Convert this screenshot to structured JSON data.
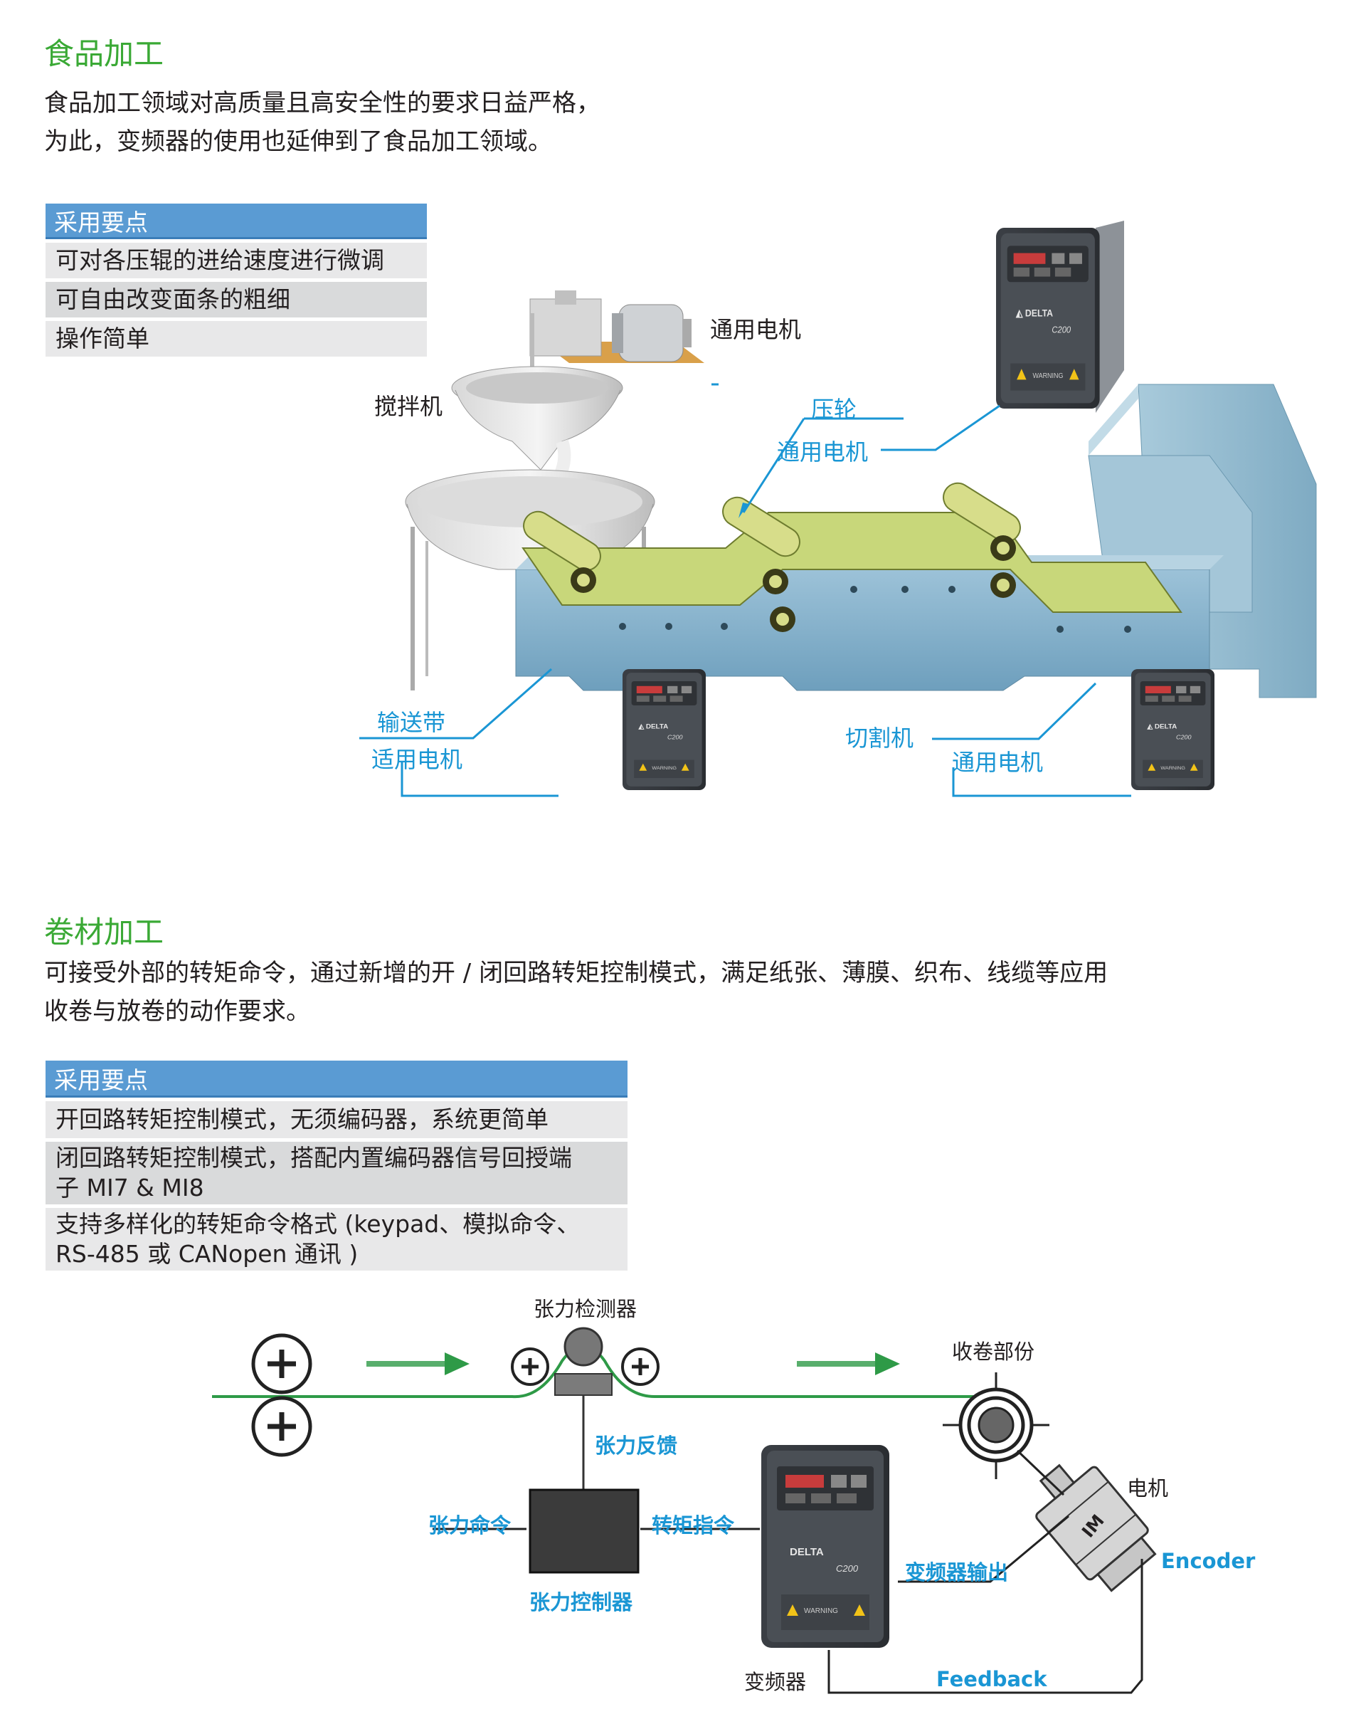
{
  "section1": {
    "title": "食品加工",
    "intro_lines": [
      "食品加工领域对高质量且高安全性的要求日益严格，",
      "为此，变频器的使用也延伸到了食品加工领域。"
    ],
    "points_header": "采用要点",
    "points": [
      "可对各压辊的进给速度进行微调",
      "可自由改变面条的粗细",
      "操作简单"
    ],
    "diagram_labels": {
      "mixer": "搅拌机",
      "motor_top": "通用电机",
      "press_roller": "压轮",
      "press_motor": "通用电机",
      "conveyor": "输送带",
      "conveyor_motor": "适用电机",
      "cutter": "切割机",
      "cutter_motor": "通用电机"
    }
  },
  "section2": {
    "title": "卷材加工",
    "intro_lines": [
      "可接受外部的转矩命令，通过新增的开 / 闭回路转矩控制模式，满足纸张、薄膜、织布、线缆等应用",
      "收卷与放卷的动作要求。"
    ],
    "points_header": "采用要点",
    "points": [
      [
        "开回路转矩控制模式，无须编码器，系统更简单"
      ],
      [
        "闭回路转矩控制模式，搭配内置编码器信号回授端",
        "子 MI7 & MI8"
      ],
      [
        "支持多样化的转矩命令格式 (keypad、模拟命令、",
        "RS-485 或 CANopen 通讯 )"
      ]
    ],
    "diagram_labels": {
      "tension_detector": "张力检测器",
      "winding": "收卷部份",
      "tension_feedback": "张力反馈",
      "tension_command": "张力命令",
      "torque_command": "转矩指令",
      "tension_controller": "张力控制器",
      "inverter_output": "变频器输出",
      "motor": "电机",
      "motor_mark": "IM",
      "encoder": "Encoder",
      "feedback": "Feedback",
      "inverter": "变频器"
    }
  },
  "drive_panel": {
    "brand": "DELTA",
    "model": "C200",
    "warning": "WARNING"
  },
  "colors": {
    "title_green": "#3aa935",
    "header_blue": "#5a9bd3",
    "label_blue": "#1a96d4",
    "web_green": "#2e9a47",
    "belt_green": "#c8d77a",
    "conveyor_body": "#7aa9c4"
  }
}
